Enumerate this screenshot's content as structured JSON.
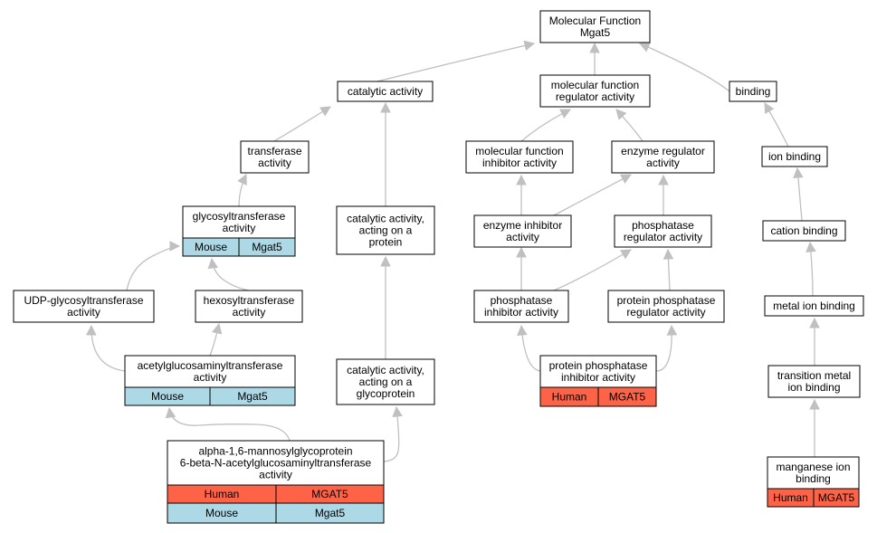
{
  "colors": {
    "mouse": "#add8e6",
    "human": "#ff6347",
    "edge": "#c0c0c0"
  },
  "nodes": {
    "molecular_function": [
      "Molecular Function",
      "Mgat5"
    ],
    "catalytic_activity": [
      "catalytic activity"
    ],
    "mf_regulator": [
      "molecular function",
      "regulator activity"
    ],
    "binding": [
      "binding"
    ],
    "transferase": [
      "transferase",
      "activity"
    ],
    "mf_inhibitor": [
      "molecular function",
      "inhibitor activity"
    ],
    "enzyme_regulator": [
      "enzyme regulator",
      "activity"
    ],
    "ion_binding": [
      "ion binding"
    ],
    "glycosyltransferase": [
      "glycosyltransferase",
      "activity"
    ],
    "catalytic_protein": [
      "catalytic activity,",
      "acting on a",
      "protein"
    ],
    "enzyme_inhibitor": [
      "enzyme inhibitor",
      "activity"
    ],
    "phosphatase_regulator": [
      "phosphatase",
      "regulator activity"
    ],
    "cation_binding": [
      "cation binding"
    ],
    "udp_glycosyltransferase": [
      "UDP-glycosyltransferase",
      "activity"
    ],
    "hexosyltransferase": [
      "hexosyltransferase",
      "activity"
    ],
    "phosphatase_inhibitor": [
      "phosphatase",
      "inhibitor activity"
    ],
    "protein_phosphatase_regulator": [
      "protein phosphatase",
      "regulator activity"
    ],
    "metal_ion_binding": [
      "metal ion binding"
    ],
    "acetylglucosaminyltransferase": [
      "acetylglucosaminyltransferase",
      "activity"
    ],
    "catalytic_glycoprotein": [
      "catalytic activity,",
      "acting on a",
      "glycoprotein"
    ],
    "protein_phosphatase_inhibitor": [
      "protein phosphatase",
      "inhibitor activity"
    ],
    "transition_metal": [
      "transition metal",
      "ion binding"
    ],
    "alpha16": [
      "alpha-1,6-mannosylglycoprotein",
      "6-beta-N-acetylglucosaminyltransferase",
      "activity"
    ],
    "manganese": [
      "manganese ion",
      "binding"
    ]
  },
  "annotations": {
    "glycosyltransferase_mouse": [
      "Mouse",
      "Mgat5"
    ],
    "acetylglucosaminyltransferase_mouse": [
      "Mouse",
      "Mgat5"
    ],
    "alpha16_human": [
      "Human",
      "MGAT5"
    ],
    "alpha16_mouse": [
      "Mouse",
      "Mgat5"
    ],
    "protein_phosphatase_inhibitor_human": [
      "Human",
      "MGAT5"
    ],
    "manganese_human": [
      "Human",
      "MGAT5"
    ]
  }
}
